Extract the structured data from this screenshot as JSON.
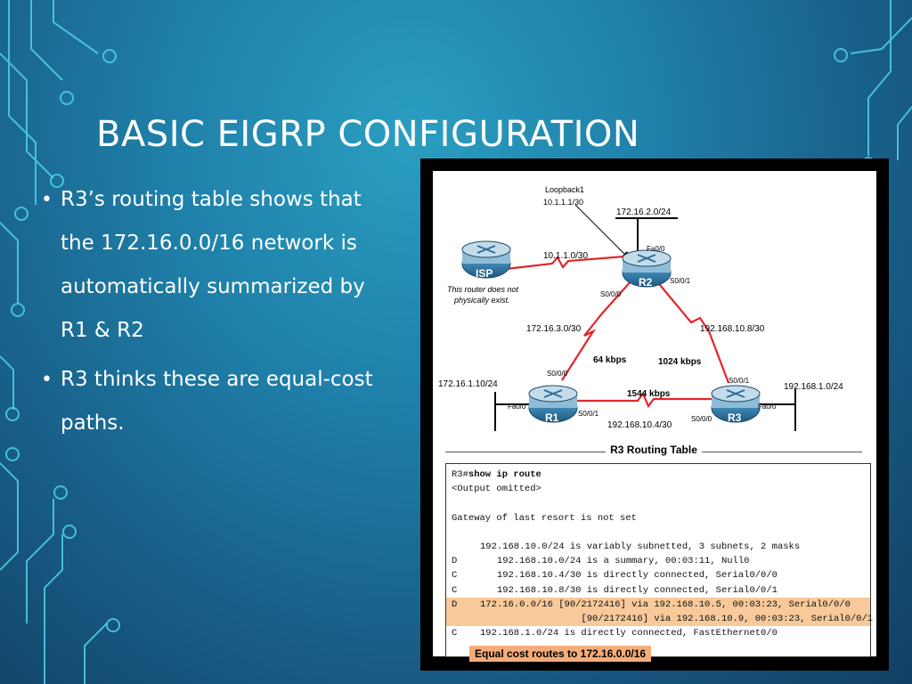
{
  "slide": {
    "title": "BASIC EIGRP CONFIGURATION",
    "bullets": [
      "R3’s routing table shows that the 172.16.0.0/16 network is automatically summarized by R1 & R2",
      "R3 thinks these are equal-cost paths."
    ]
  },
  "diagram": {
    "loopback_label": "Loopback1",
    "loopback_addr": "10.1.1.1/30",
    "isp": {
      "label": "ISP",
      "note_line1": "This router does not",
      "note_line2": "physically exist."
    },
    "routers": {
      "r1": "R1",
      "r2": "R2",
      "r3": "R3"
    },
    "links": {
      "isp_r2": "10.1.1.0/30",
      "r1_r2_net": "172.16.3.0/30",
      "r2_r3_net": "192.168.10.8/30",
      "r1_r3_net": "192.168.10.4/30",
      "r1_r2_bw": "64 kbps",
      "r2_r3_bw": "1024 kbps",
      "r1_r3_bw": "1544 kbps"
    },
    "lans": {
      "r2_lan": "172.16.2.0/24",
      "r1_lan": "172.16.1.10/24",
      "r3_lan": "192.168.1.0/24"
    },
    "interfaces": {
      "r2_fa00": "Fa0/0",
      "r2_s001": "S0/0/1",
      "r2_s000": "S0/0/0",
      "r1_s000": "S0/0/0",
      "r1_fa00": "Fa0/0",
      "r1_s001": "S0/0/1",
      "r3_s001": "S0/0/1",
      "r3_fa00": "Fa0/0",
      "r3_s000": "S0/0/0"
    }
  },
  "routing_table": {
    "caption": "R3 Routing Table",
    "prompt": "R3#",
    "command": "show ip route",
    "omitted": "<Output omitted>",
    "gateway": "Gateway of last resort is not set",
    "rows": [
      {
        "code": "",
        "text": "192.168.10.0/24 is variably subnetted, 3 subnets, 2 masks",
        "indent": true,
        "highlight": false
      },
      {
        "code": "D",
        "text": "192.168.10.0/24 is a summary, 00:03:11, Null0",
        "indent": true,
        "highlight": false
      },
      {
        "code": "C",
        "text": "192.168.10.4/30 is directly connected, Serial0/0/0",
        "indent": true,
        "highlight": false
      },
      {
        "code": "C",
        "text": "192.168.10.8/30 is directly connected, Serial0/0/1",
        "indent": true,
        "highlight": false
      },
      {
        "code": "D",
        "text": "172.16.0.0/16 [90/2172416] via 192.168.10.5, 00:03:23, Serial0/0/0",
        "indent": false,
        "highlight": true
      },
      {
        "code": "",
        "text": "[90/2172416] via 192.168.10.9, 00:03:23, Serial0/0/1",
        "indent": false,
        "highlight": true
      },
      {
        "code": "C",
        "text": "192.168.1.0/24 is directly connected, FastEthernet0/0",
        "indent": false,
        "highlight": false
      }
    ],
    "note": "Equal cost routes to 172.16.0.0/16"
  }
}
